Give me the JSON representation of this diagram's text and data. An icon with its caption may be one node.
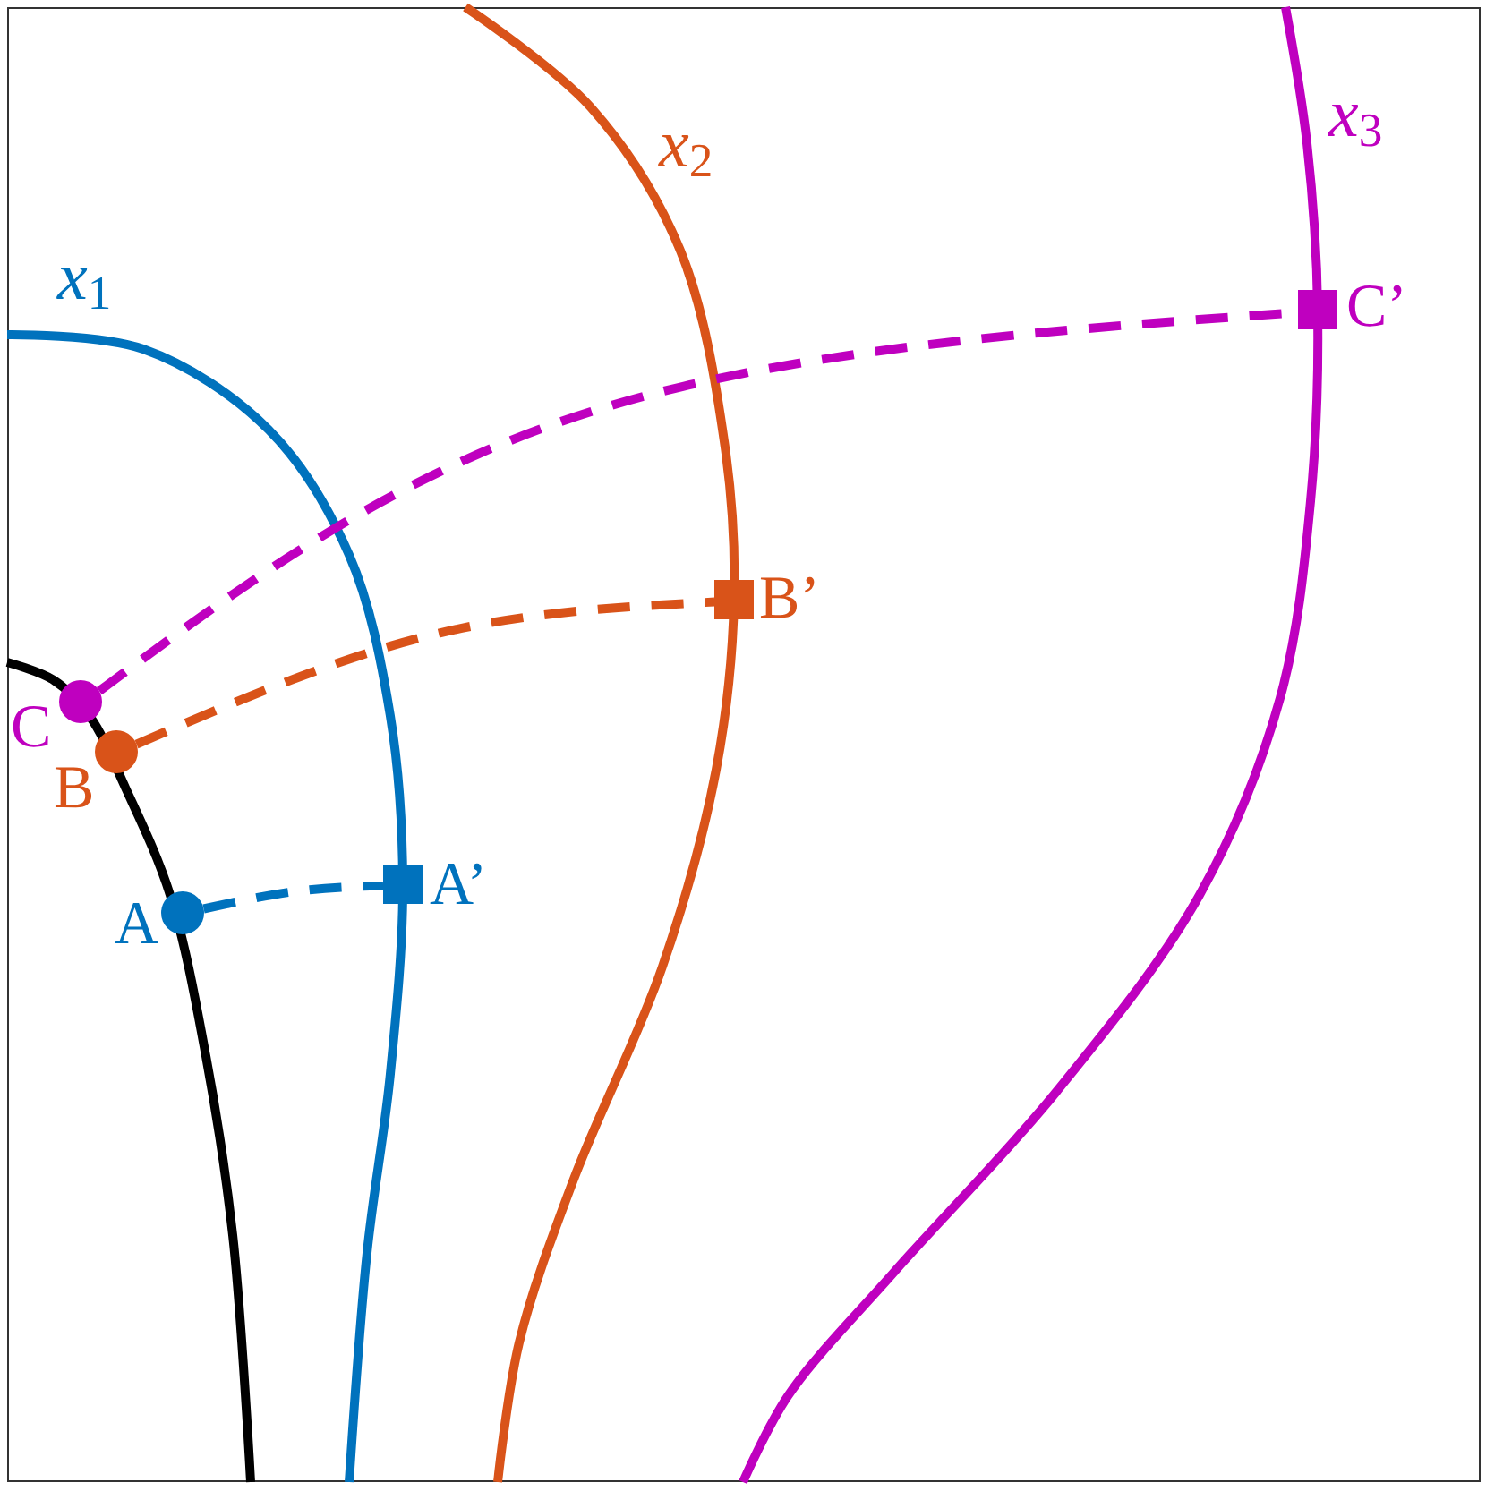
{
  "diagram": {
    "nodes": [
      {
        "text": [],
        "shape": "circle",
        "beside": [
          "A"
        ]
      },
      {
        "text": [],
        "shape": "box",
        "beside": [
          "A’"
        ]
      },
      {
        "text": [],
        "shape": "circle",
        "beside": [
          "B"
        ]
      },
      {
        "text": [],
        "shape": "box",
        "beside": [
          "B’"
        ]
      },
      {
        "text": [],
        "shape": "circle",
        "beside": [
          "C"
        ]
      },
      {
        "text": [],
        "shape": "box",
        "beside": [
          "C’"
        ]
      }
    ],
    "edges": [
      {
        "from": 0,
        "to": 1,
        "arrow": "none",
        "style": "dashed",
        "color": "#0072bd"
      },
      {
        "from": 2,
        "to": 3,
        "arrow": "none",
        "style": "dashed",
        "color": "#d95319"
      },
      {
        "from": 4,
        "to": 5,
        "arrow": "none",
        "style": "dashed",
        "color": "#bf00bf"
      }
    ],
    "labels": [
      "*x*$_{1}$",
      "*x*$_{2}$",
      "*x*$_{3}$"
    ]
  }
}
